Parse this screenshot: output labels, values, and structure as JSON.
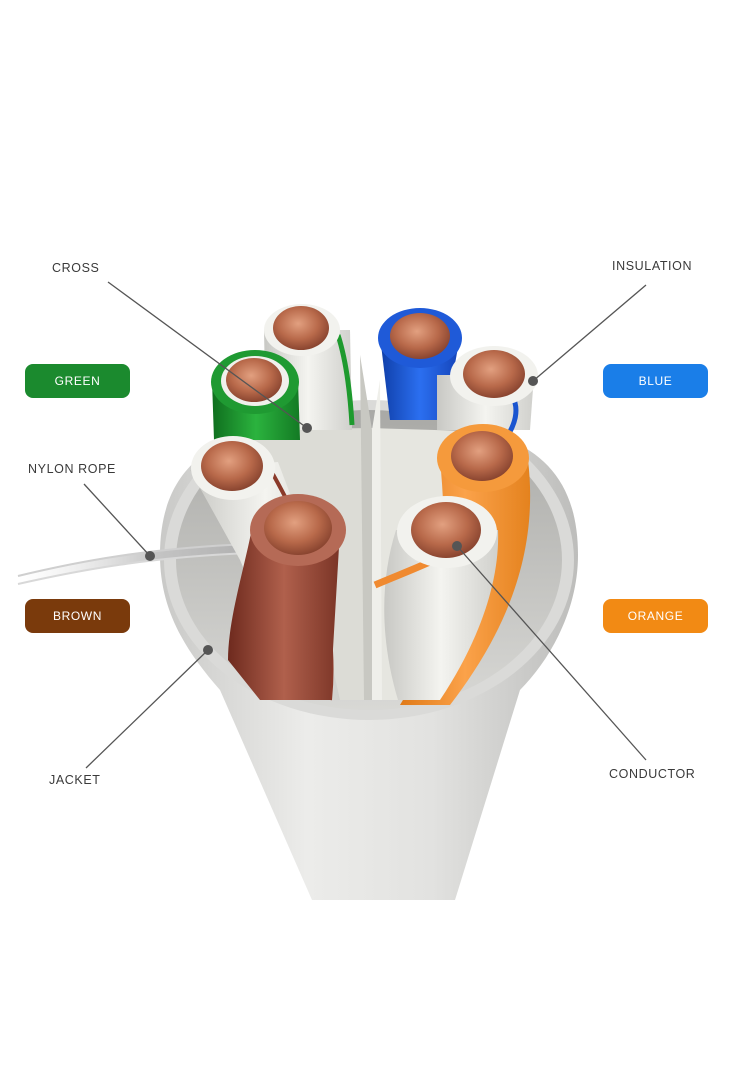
{
  "labels": {
    "cross": "CROSS",
    "insulation": "INSULATION",
    "nylon_rope": "NYLON ROPE",
    "jacket": "JACKET",
    "conductor": "CONDUCTOR"
  },
  "badges": {
    "green": {
      "text": "GREEN",
      "color": "#1b8a2e"
    },
    "blue": {
      "text": "BLUE",
      "color": "#1a7ee8"
    },
    "brown": {
      "text": "BROWN",
      "color": "#7a3a0c"
    },
    "orange": {
      "text": "ORANGE",
      "color": "#f28a14"
    }
  },
  "colors": {
    "jacket": "#d6d6d4",
    "copper": "#b86a48",
    "white_insulation": "#eeeeea",
    "green_stripe": "#1e9a2e",
    "blue_stripe": "#1a55d0",
    "brown_stripe": "#8a3a2a",
    "orange_stripe": "#f08a30"
  }
}
